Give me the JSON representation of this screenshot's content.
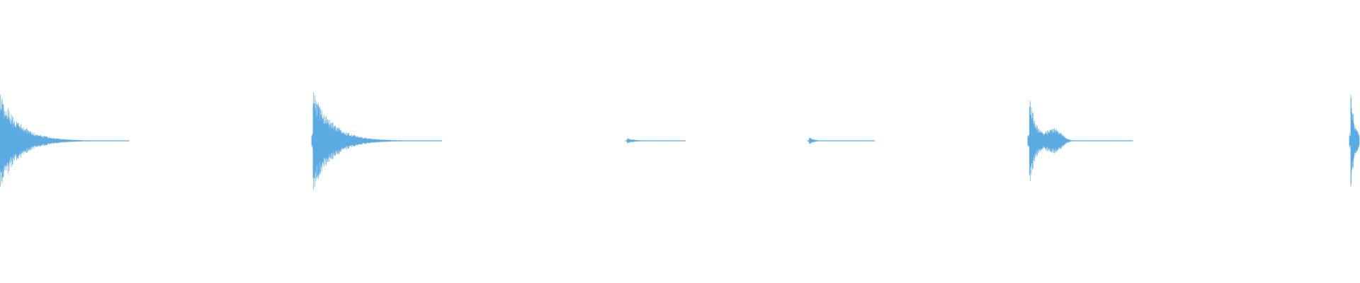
{
  "waveform": {
    "color": "#5BAAE2",
    "background": "#FFFFFF",
    "hits": [
      {
        "time_fraction": 0.0,
        "peak": 0.9,
        "decay": 0.045,
        "tail": 0.05,
        "bump": 0.0
      },
      {
        "time_fraction": 0.23,
        "peak": 0.95,
        "decay": 0.045,
        "tail": 0.05,
        "bump": 0.0
      },
      {
        "time_fraction": 0.461,
        "peak": 0.05,
        "decay": 0.02,
        "tail": 0.023,
        "bump": 0.0
      },
      {
        "time_fraction": 0.595,
        "peak": 0.08,
        "decay": 0.01,
        "tail": 0.038,
        "bump": 0.0
      },
      {
        "time_fraction": 0.757,
        "peak": 0.85,
        "decay": 0.016,
        "tail": 0.06,
        "bump": 0.22
      },
      {
        "time_fraction": 0.993,
        "peak": 0.98,
        "decay": 0.01,
        "tail": 0.007,
        "bump": 0.0
      }
    ]
  }
}
